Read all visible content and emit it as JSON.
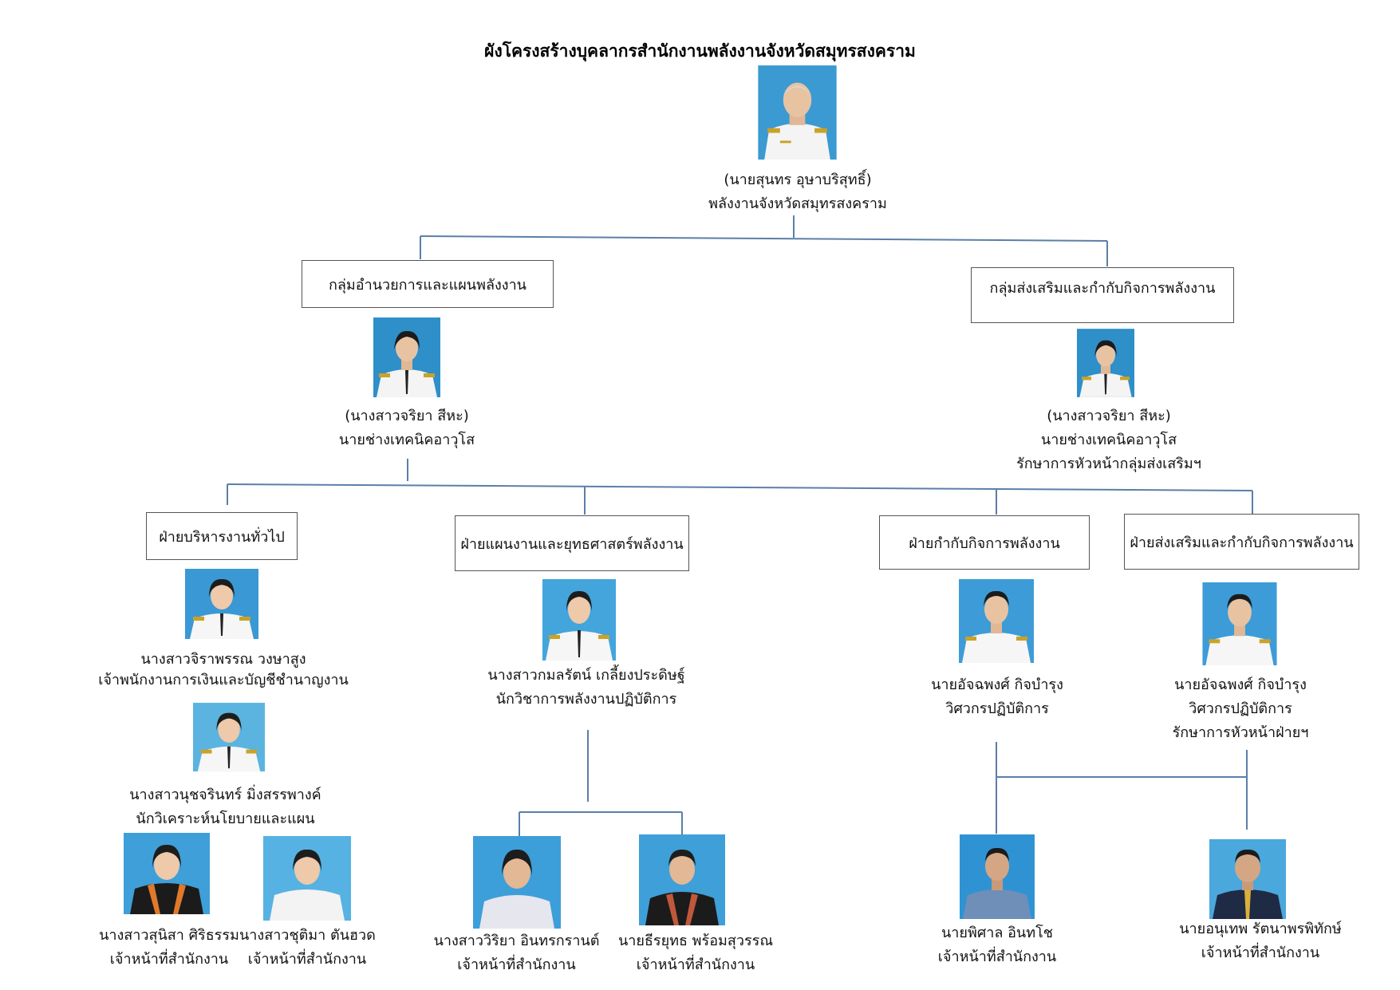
{
  "title": "ผังโครงสร้างบุคลากรสำนักงานพลังงานจังหวัดสมุทรสงคราม",
  "colors": {
    "line": "#5b7fa8",
    "box_border": "#555555",
    "uniform": "#f2f2f2",
    "photo_bg_blue": "#4aa8d8"
  },
  "director": {
    "name": "(นายสุนทร อุษาบริสุทธิ์)",
    "position": "พลังงานจังหวัดสมุทรสงคราม"
  },
  "groups": {
    "left": {
      "label": "กลุ่มอำนวยการและแผนพลังงาน",
      "head": {
        "name": "(นางสาวจริยา สีหะ)",
        "position": "นายช่างเทคนิคอาวุโส"
      }
    },
    "right": {
      "label": "กลุ่มส่งเสริมและกำกับกิจการพลังงาน",
      "head": {
        "name": "(นางสาวจริยา สีหะ)",
        "position": "นายช่างเทคนิคอาวุโส",
        "note": "รักษาการหัวหน้ากลุ่มส่งเสริมฯ"
      }
    }
  },
  "divisions": {
    "admin": {
      "label": "ฝ่ายบริหารงานทั่วไป",
      "staff": [
        {
          "name": "นางสาวจิราพรรณ วงษาสูง",
          "position": "เจ้าพนักงานการเงินและบัญชีชำนาญงาน"
        },
        {
          "name": "นางสาวนุชจรินทร์ มิ่งสรรพางค์",
          "position": "นักวิเคราะห์นโยบายและแผน"
        },
        {
          "name": "นางสาวสุนิสา ศิริธรรม",
          "position": "เจ้าหน้าที่สำนักงาน"
        },
        {
          "name": "นางสาวชุติมา ตันฮวด",
          "position": "เจ้าหน้าที่สำนักงาน"
        }
      ]
    },
    "planning": {
      "label": "ฝ่ายแผนงานและยุทธศาสตร์พลังงาน",
      "staff": [
        {
          "name": "นางสาวกมลรัตน์ เกลี้ยงประดิษฐ์",
          "position": "นักวิชาการพลังงานปฏิบัติการ"
        },
        {
          "name": "นางสาววิริยา อินทรกรานต์",
          "position": "เจ้าหน้าที่สำนักงาน"
        },
        {
          "name": "นายธีรยุทธ พร้อมสุวรรณ",
          "position": "เจ้าหน้าที่สำนักงาน"
        }
      ]
    },
    "regulation": {
      "label": "ฝ่ายกำกับกิจการพลังงาน",
      "staff": [
        {
          "name": "นายอัจฉพงศ์ กิจบำรุง",
          "position": "วิศวกรปฏิบัติการ"
        }
      ]
    },
    "promotion": {
      "label": "ฝ่ายส่งเสริมและกำกับกิจการพลังงาน",
      "staff": [
        {
          "name": "นายอัจฉพงศ์ กิจบำรุง",
          "position": "วิศวกรปฏิบัติการ",
          "note": "รักษาการหัวหน้าฝ่ายฯ"
        }
      ]
    }
  },
  "shared_staff": [
    {
      "name": "นายพิศาล อินทโช",
      "position": "เจ้าหน้าที่สำนักงาน"
    },
    {
      "name": "นายอนุเทพ รัตนาพรพิทักษ์",
      "position": "เจ้าหน้าที่สำนักงาน"
    }
  ]
}
